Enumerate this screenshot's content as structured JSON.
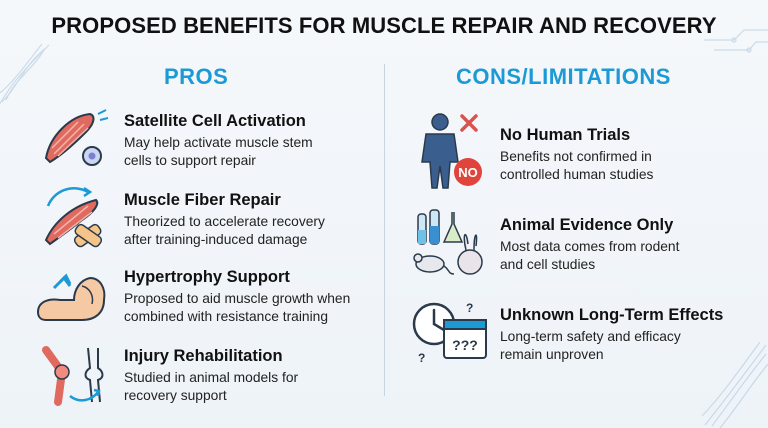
{
  "title": "PROPOSED BENEFITS FOR MUSCLE REPAIR AND RECOVERY",
  "pros": {
    "heading": "PROS",
    "items": [
      {
        "icon": "muscle-stem-cell-icon",
        "heading": "Satellite Cell Activation",
        "desc1": "May help activate muscle stem",
        "desc2": "cells to support repair"
      },
      {
        "icon": "muscle-fiber-bandage-icon",
        "heading": "Muscle Fiber Repair",
        "desc1": "Theorized to accelerate recovery",
        "desc2": "after training-induced damage"
      },
      {
        "icon": "flexed-arm-icon",
        "heading": "Hypertrophy Support",
        "desc1": "Proposed to aid muscle growth when",
        "desc2": "combined with resistance training"
      },
      {
        "icon": "knee-joint-icon",
        "heading": "Injury Rehabilitation",
        "desc1": "Studied in animal models for",
        "desc2": "recovery support"
      }
    ]
  },
  "cons": {
    "heading": "CONS/LIMITATIONS",
    "items": [
      {
        "icon": "human-no-icon",
        "heading": "No Human Trials",
        "desc1": "Benefits not confirmed in",
        "desc2": "controlled human studies",
        "badge": "NO"
      },
      {
        "icon": "lab-animals-icon",
        "heading": "Animal Evidence Only",
        "desc1": "Most data comes from rodent",
        "desc2": "and cell studies"
      },
      {
        "icon": "clock-calendar-icon",
        "heading": "Unknown Long-Term Effects",
        "desc1": "Long-term safety and efficacy",
        "desc2": "remain unproven",
        "badge": "???"
      }
    ]
  },
  "colors": {
    "accent": "#1b9ad6",
    "muscle": "#d9534f",
    "outline": "#2b3a4a"
  }
}
